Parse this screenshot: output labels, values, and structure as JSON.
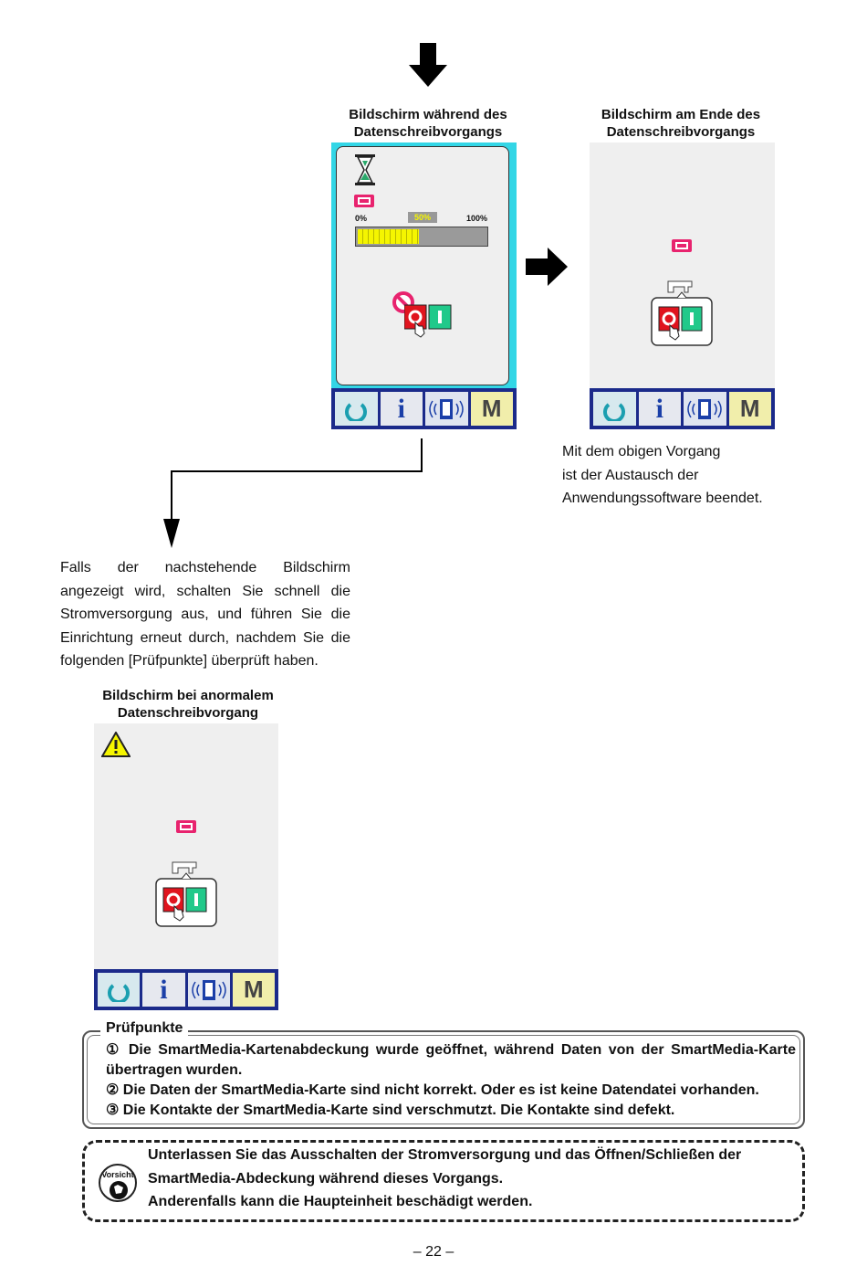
{
  "screens": {
    "writing": {
      "caption": "Bildschirm während des\nDatenschreibvorgangs",
      "progress_start": "0%",
      "progress_mid": "50%",
      "progress_end": "100%",
      "progress_fraction": 0.48
    },
    "end": {
      "caption": "Bildschirm am Ende des\nDatenschreibvorgangs"
    },
    "abnormal": {
      "caption": "Bildschirm bei anormalem\nDatenschreibvorgang"
    }
  },
  "toolbar": {
    "mode_label": "M",
    "info_label": "i"
  },
  "end_text": "Mit dem obigen Vorgang\nist der Austausch der\nAnwendungssoftware beendet.",
  "abnormal_intro": "Falls der nachstehende Bildschirm angezeigt wird, schalten Sie schnell die Stromversorgung aus, und führen Sie die Einrichtung erneut durch, nachdem Sie die folgenden [Prüfpunkte] überprüft haben.",
  "checkpoints": {
    "title": "Prüfpunkte",
    "items": [
      "① Die SmartMedia-Kartenabdeckung wurde geöffnet, während Daten von der SmartMedia-Karte übertragen wurden.",
      "② Die Daten der SmartMedia-Karte sind nicht korrekt. Oder es ist keine Datendatei vorhanden.",
      "③ Die Kontakte der SmartMedia-Karte sind verschmutzt. Die Kontakte sind defekt."
    ]
  },
  "warning": {
    "badge": "Vorsicht",
    "lines": [
      "Unterlassen Sie das Ausschalten der Stromversorgung und das Öffnen/Schließen der",
      "SmartMedia-Abdeckung während dieses Vorgangs.",
      "Anderenfalls kann die Haupteinheit beschädigt werden."
    ]
  },
  "page_number": "– 22 –",
  "colors": {
    "toolbar": "#1b2a8a",
    "highlight": "#33d6e6",
    "media": "#e8236e",
    "stop_red": "#e0141e",
    "go_green": "#21c98a",
    "progress_yellow": "#f5f500"
  }
}
